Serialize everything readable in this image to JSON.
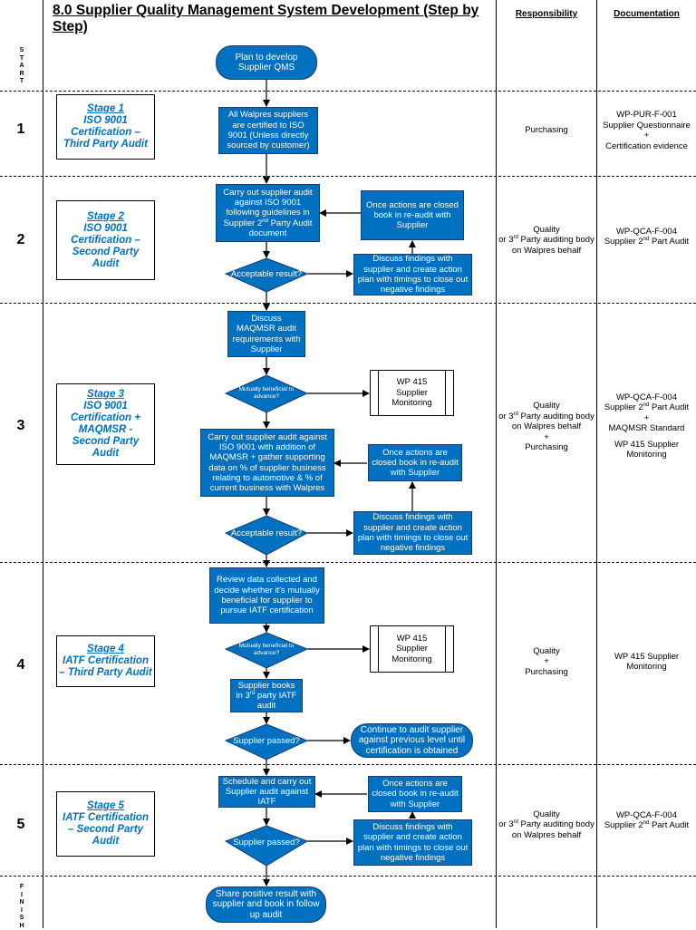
{
  "title": "8.0 Supplier Quality Management System Development (Step by Step)",
  "headers": {
    "responsibility": "Responsibility",
    "documentation": "Documentation"
  },
  "side_labels": {
    "start": [
      "S",
      "T",
      "A",
      "R",
      "T"
    ],
    "finish": [
      "F",
      "I",
      "N",
      "I",
      "S",
      "H"
    ]
  },
  "rows": [
    {
      "num": "1",
      "stage": "Stage 1",
      "stage_text": "ISO 9001 Certification – Third Party Audit",
      "responsibility": "Purchasing",
      "documentation": [
        "WP-PUR-F-001",
        "Supplier Questionnaire",
        "+",
        "Certification evidence"
      ]
    },
    {
      "num": "2",
      "stage": "Stage 2",
      "stage_text": "ISO 9001 Certification – Second Party Audit",
      "responsibility": [
        "Quality",
        "or 3rd Party auditing body on Walpres behalf"
      ],
      "documentation": [
        "WP-QCA-F-004",
        "Supplier 2nd Part Audit"
      ]
    },
    {
      "num": "3",
      "stage": "Stage 3",
      "stage_text": "ISO 9001 Certification + MAQMSR - Second Party Audit",
      "responsibility": [
        "Quality",
        "or 3rd Party auditing body on Walpres behalf",
        "+",
        "Purchasing"
      ],
      "documentation": [
        "WP-QCA-F-004",
        "Supplier 2nd Part Audit",
        "+",
        "MAQMSR Standard",
        "WP 415 Supplier Monitoring"
      ]
    },
    {
      "num": "4",
      "stage": "Stage 4",
      "stage_text": "IATF Certification – Third Party Audit",
      "responsibility": [
        "Quality",
        "+",
        "Purchasing"
      ],
      "documentation": [
        "WP 415 Supplier Monitoring"
      ]
    },
    {
      "num": "5",
      "stage": "Stage 5",
      "stage_text": "IATF Certification – Second Party Audit",
      "responsibility": [
        "Quality",
        "or 3rd Party auditing body on Walpres behalf"
      ],
      "documentation": [
        "WP-QCA-F-004",
        "Supplier 2nd Part Audit"
      ]
    }
  ],
  "nodes": {
    "start": "Plan to develop Supplier QMS",
    "s1_box": "All Walpres suppliers are certified to ISO 9001 (Unless directly sourced by customer)",
    "s2_audit": "Carry out supplier audit against ISO 9001 following guidelines in Supplier 2nd Party Audit document",
    "s2_closed": "Once actions are closed book in re-audit with Supplier",
    "s2_decision": "Acceptable result?",
    "s2_discuss": "Discuss findings with supplier and create action plan with timings to close out negative findings",
    "s3_discuss": "Discuss MAQMSR audit requirements with Supplier",
    "s3_decision_mutual": "Mutually beneficial to advance?",
    "s3_monitor": "WP 415 Supplier Monitoring",
    "s3_audit": "Carry out supplier audit against ISO 9001 with addition of MAQMSR + gather supporting data on % of supplier business relating to automotive & % of current business with Walpres",
    "s3_closed": "Once actions are closed book in re-audit with Supplier",
    "s3_decision": "Acceptable result?",
    "s3_discuss_findings": "Discuss findings with supplier and create action plan with timings to close out negative findings",
    "s4_review": "Review data collected and decide whether it's mutually beneficial for supplier to pursue IATF certification",
    "s4_decision_mutual": "Mutually beneficial to advance?",
    "s4_monitor": "WP 415 Supplier Monitoring",
    "s4_books": "Supplier books in 3rd party IATF audit",
    "s4_decision": "Supplier passed?",
    "s4_continue": "Continue to audit supplier against previous level until certification is obtained",
    "s5_schedule": "Schedule and carry out Supplier audit against IATF",
    "s5_closed": "Once actions are closed book in re-audit with Supplier",
    "s5_decision": "Supplier passed?",
    "s5_discuss": "Discuss findings with supplier and create action plan with timings to close out negative findings",
    "finish": "Share positive result with supplier and book in follow up audit"
  },
  "colors": {
    "node_fill": "#0070c0",
    "node_border": "#1a3d6e",
    "stage_text": "#0070c0"
  }
}
